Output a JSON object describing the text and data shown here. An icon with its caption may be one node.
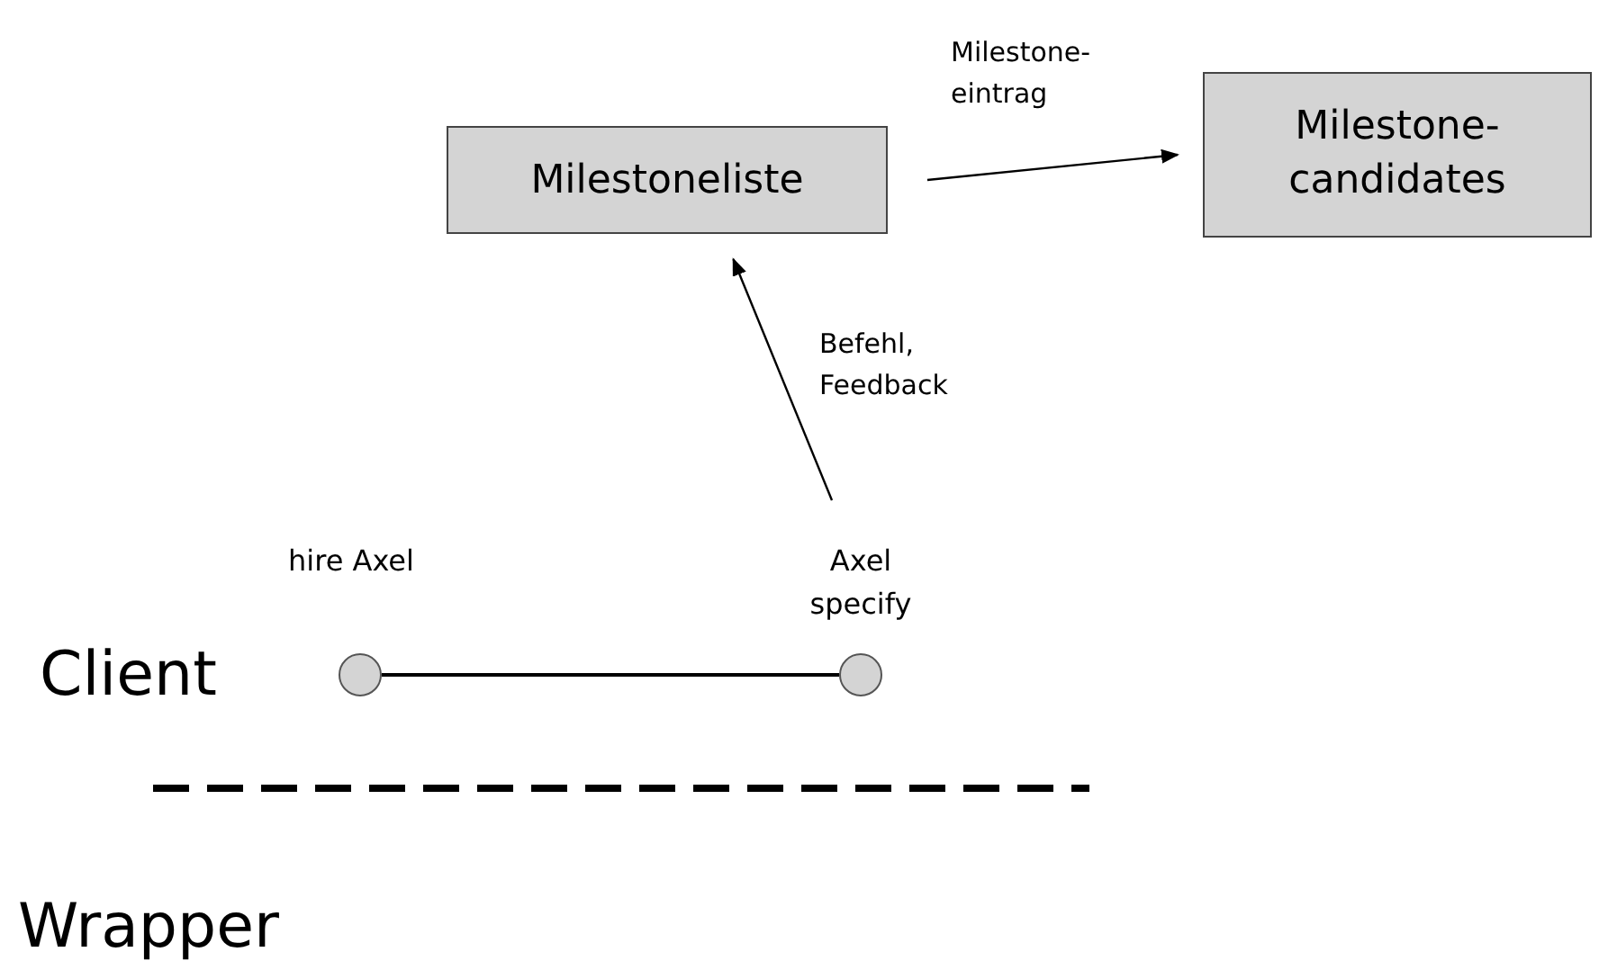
{
  "diagram": {
    "nodes": [
      {
        "text": [
          "Milestoneliste"
        ]
      },
      {
        "text": [
          "Milestone- candidates"
        ]
      },
      {
        "text": [],
        "shape": "circle",
        "beside": [
          "hire Axel"
        ]
      },
      {
        "text": [],
        "shape": "circle",
        "beside": [
          "Axel specify"
        ]
      }
    ],
    "edges": [
      {
        "from": 0,
        "to": 1,
        "arrow": "to",
        "label": "Milestone- eintrag"
      },
      {
        "from": 3,
        "to": 0,
        "arrow": "to",
        "label": "Befehl, Feedback"
      },
      {
        "from": 2,
        "to": 3,
        "arrow": "none"
      }
    ],
    "labels": [
      "Client",
      "Wrapper"
    ]
  }
}
